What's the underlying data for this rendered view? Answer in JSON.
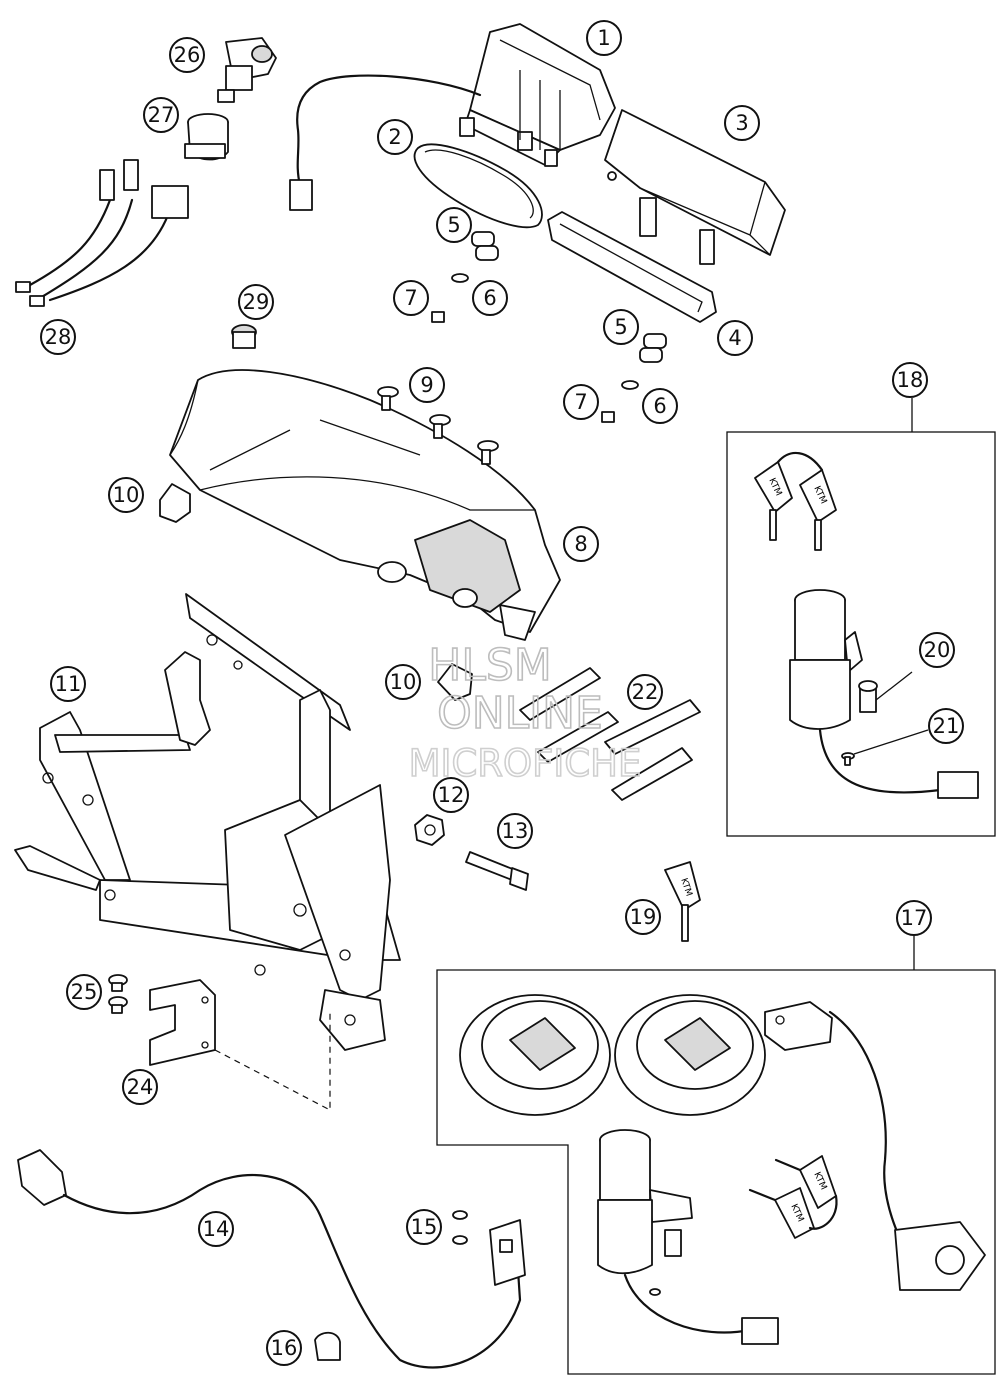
{
  "watermark": {
    "line1": "HLSM",
    "line2": "ONLINE",
    "line3": "MICROFICHE"
  },
  "callouts": [
    {
      "id": "1",
      "text": "1"
    },
    {
      "id": "2",
      "text": "2"
    },
    {
      "id": "3",
      "text": "3"
    },
    {
      "id": "4",
      "text": "4"
    },
    {
      "id": "5a",
      "text": "5"
    },
    {
      "id": "5b",
      "text": "5"
    },
    {
      "id": "6a",
      "text": "6"
    },
    {
      "id": "6b",
      "text": "6"
    },
    {
      "id": "7a",
      "text": "7"
    },
    {
      "id": "7b",
      "text": "7"
    },
    {
      "id": "8",
      "text": "8"
    },
    {
      "id": "9",
      "text": "9"
    },
    {
      "id": "10a",
      "text": "10"
    },
    {
      "id": "10b",
      "text": "10"
    },
    {
      "id": "11",
      "text": "11"
    },
    {
      "id": "12",
      "text": "12"
    },
    {
      "id": "13",
      "text": "13"
    },
    {
      "id": "14",
      "text": "14"
    },
    {
      "id": "15",
      "text": "15"
    },
    {
      "id": "16",
      "text": "16"
    },
    {
      "id": "17",
      "text": "17"
    },
    {
      "id": "18",
      "text": "18"
    },
    {
      "id": "19",
      "text": "19"
    },
    {
      "id": "20",
      "text": "20"
    },
    {
      "id": "21",
      "text": "21"
    },
    {
      "id": "22",
      "text": "22"
    },
    {
      "id": "24",
      "text": "24"
    },
    {
      "id": "25",
      "text": "25"
    },
    {
      "id": "26",
      "text": "26"
    },
    {
      "id": "27",
      "text": "27"
    },
    {
      "id": "28",
      "text": "28"
    },
    {
      "id": "29",
      "text": "29"
    }
  ],
  "key_logo": "KTM"
}
